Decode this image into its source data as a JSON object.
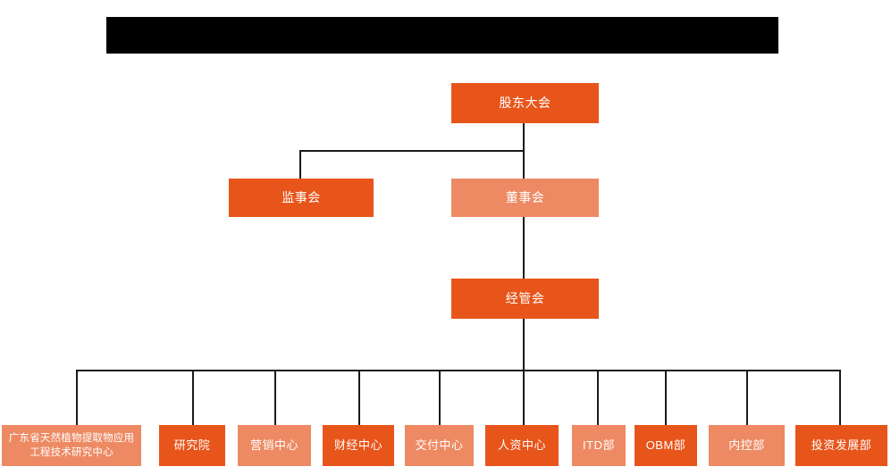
{
  "chart": {
    "type": "org-chart",
    "title_bar": {
      "name": "redacted-title-bar",
      "state": "redacted",
      "color": "#000000"
    },
    "colors": {
      "dark_orange": "#E8551B",
      "light_orange": "#ED8A63",
      "connector": "#1a1a1a",
      "text": "#ffffff",
      "background": "#ffffff"
    },
    "levels": [
      {
        "level": 1,
        "nodes": [
          {
            "id": "shareholders-meeting",
            "label": "股东大会",
            "color": "dark_orange"
          }
        ]
      },
      {
        "level": 2,
        "nodes": [
          {
            "id": "board-of-supervisors",
            "label": "监事会",
            "color": "dark_orange"
          },
          {
            "id": "board-of-directors",
            "label": "董事会",
            "color": "light_orange"
          }
        ]
      },
      {
        "level": 3,
        "nodes": [
          {
            "id": "management-committee",
            "label": "经管会",
            "color": "dark_orange"
          }
        ]
      },
      {
        "level": 4,
        "nodes": [
          {
            "id": "guangdong-research-center",
            "label": "广东省天然植物提取物应用工程技术研究中心",
            "color": "light_orange"
          },
          {
            "id": "research-institute",
            "label": "研究院",
            "color": "dark_orange"
          },
          {
            "id": "marketing-center",
            "label": "营销中心",
            "color": "light_orange"
          },
          {
            "id": "finance-center",
            "label": "财经中心",
            "color": "dark_orange"
          },
          {
            "id": "delivery-center",
            "label": "交付中心",
            "color": "light_orange"
          },
          {
            "id": "hr-center",
            "label": "人资中心",
            "color": "dark_orange"
          },
          {
            "id": "itd-department",
            "label": "ITD部",
            "color": "light_orange"
          },
          {
            "id": "obm-department",
            "label": "OBM部",
            "color": "dark_orange"
          },
          {
            "id": "internal-control-department",
            "label": "内控部",
            "color": "light_orange"
          },
          {
            "id": "investment-development-department",
            "label": "投资发展部",
            "color": "dark_orange"
          }
        ]
      }
    ]
  }
}
